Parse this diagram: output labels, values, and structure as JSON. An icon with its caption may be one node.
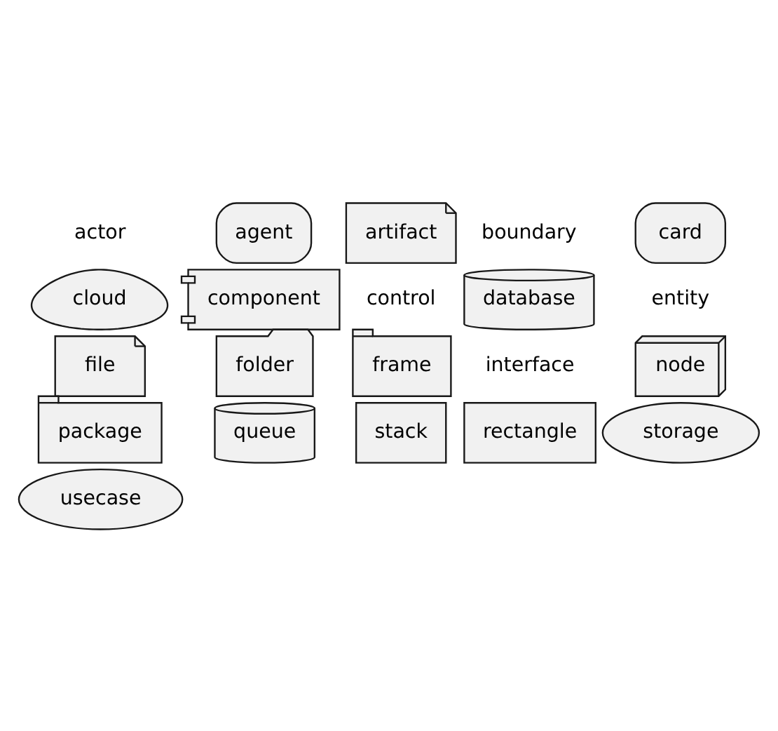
{
  "diagram": {
    "nodes": [
      {
        "text": [
          "actor"
        ]
      },
      {
        "text": [
          "agent"
        ]
      },
      {
        "text": [
          "artifact"
        ]
      },
      {
        "text": [
          "boundary"
        ]
      },
      {
        "text": [
          "card"
        ]
      },
      {
        "text": [
          "cloud"
        ]
      },
      {
        "text": [
          "component"
        ]
      },
      {
        "text": [
          "control"
        ]
      },
      {
        "text": [
          "database"
        ]
      },
      {
        "text": [
          "entity"
        ]
      },
      {
        "text": [
          "file"
        ]
      },
      {
        "text": [
          "folder"
        ]
      },
      {
        "text": [
          "frame"
        ]
      },
      {
        "text": [
          "interface"
        ]
      },
      {
        "text": [
          "node"
        ]
      },
      {
        "text": [
          "package"
        ]
      },
      {
        "text": [
          "queue"
        ]
      },
      {
        "text": [
          "stack"
        ]
      },
      {
        "text": [
          "rectangle"
        ]
      },
      {
        "text": [
          "storage"
        ]
      },
      {
        "text": [
          "usecase"
        ]
      }
    ],
    "edges": []
  }
}
